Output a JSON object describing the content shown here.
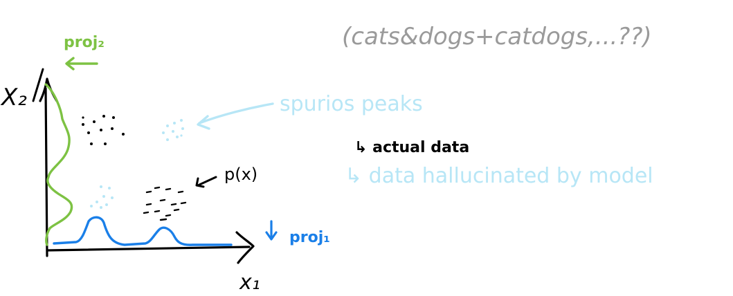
{
  "colors": {
    "ink": "#000000",
    "green": "#7dc243",
    "blue": "#1a7fe8",
    "light_blue": "#b7e6f6",
    "gray": "#9a9a9a",
    "background": "#ffffff"
  },
  "labels": {
    "note": "(cats&dogs+catdogs,...??)",
    "spurious": "spurios peaks",
    "actual": "↳ actual data",
    "hallucinated": "↳ data hallucinated by model",
    "px": "p(x)",
    "x1_axis": "x₁",
    "x2_axis": "X₂",
    "proj1": "proj₁",
    "proj2": "proj₂"
  },
  "icons": {
    "proj1_arrow": "down-arrow-icon",
    "proj2_arrow": "left-arrow-icon",
    "px_arrow": "pointer-arrow-icon",
    "spurious_arrow": "pointer-arrow-icon"
  }
}
